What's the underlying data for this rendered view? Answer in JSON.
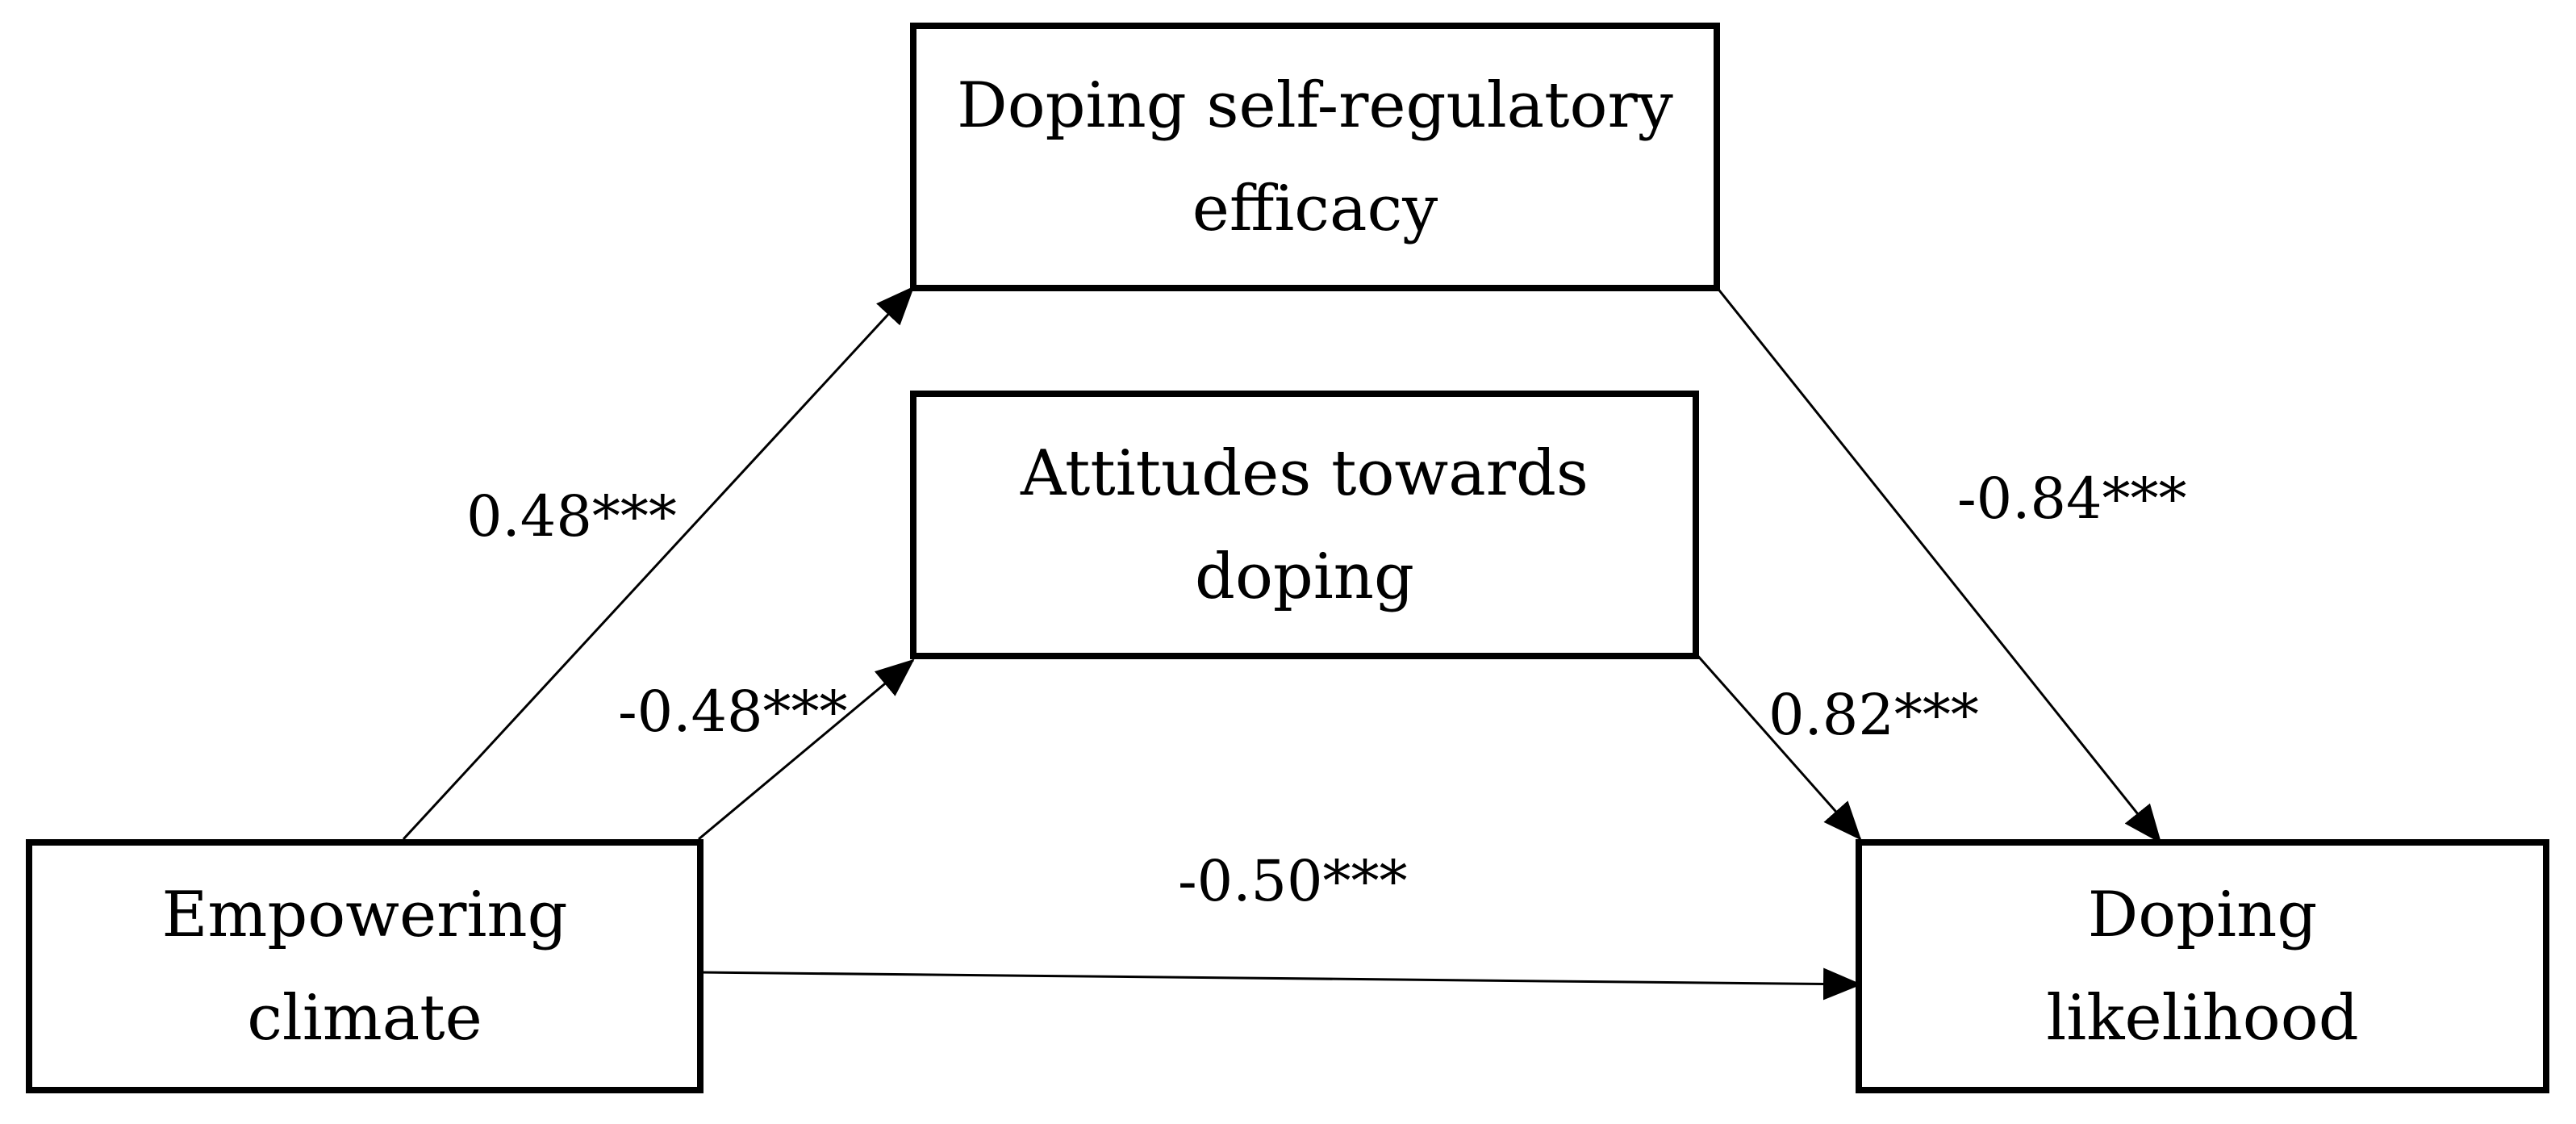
{
  "nodes": {
    "self_efficacy": {
      "line1": "Doping self-regulatory",
      "line2": "efficacy"
    },
    "attitudes": {
      "line1": "Attitudes towards",
      "line2": "doping"
    },
    "empowering": {
      "line1": "Empowering",
      "line2": "climate"
    },
    "likelihood": {
      "line1": "Doping",
      "line2": "likelihood"
    }
  },
  "paths": {
    "empowering_to_self_efficacy": "0.48***",
    "empowering_to_attitudes": "-0.48***",
    "empowering_to_likelihood": "-0.50***",
    "self_efficacy_to_likelihood": "-0.84***",
    "attitudes_to_likelihood": "0.82***"
  }
}
